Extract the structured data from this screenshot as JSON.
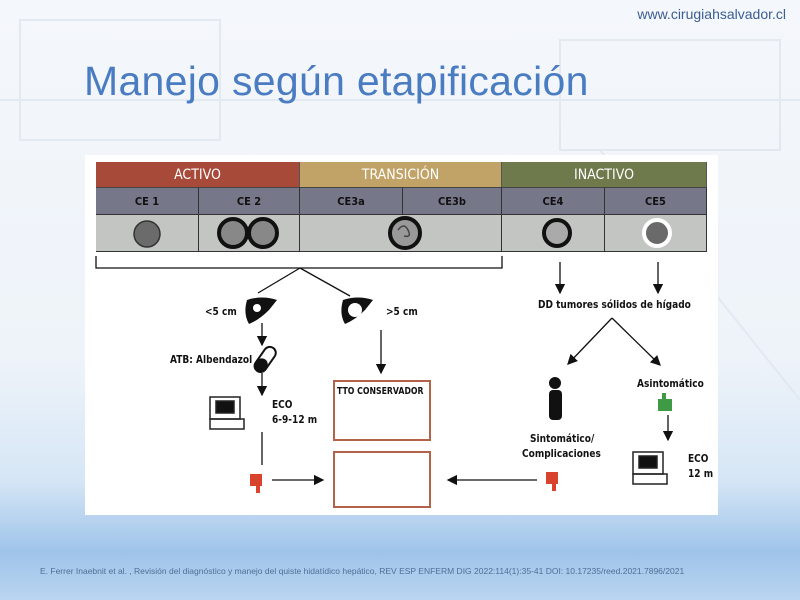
{
  "site_url": "www.cirugiahsalvador.cl",
  "title": "Manejo según etapificación",
  "stages": [
    {
      "label": "ACTIVO",
      "color": "#a84a3a",
      "types": [
        "CE 1",
        "CE 2"
      ]
    },
    {
      "label": "TRANSICIÓN",
      "color": "#c1a368",
      "types": [
        "CE3a",
        "CE3b"
      ]
    },
    {
      "label": "INACTIVO",
      "color": "#6f7a4c",
      "types": [
        "CE4",
        "CE5"
      ]
    }
  ],
  "flow": {
    "small_cyst": "<5 cm",
    "large_cyst": ">5 cm",
    "antibiotic": "ATB: Albendazol",
    "eco_left_1": "ECO",
    "eco_left_2": "6-9-12 m",
    "conservative": "TTO CONSERVADOR",
    "differential": "DD tumores sólidos de hígado",
    "symptomatic_1": "Sintomático/",
    "symptomatic_2": "Complicaciones",
    "asymptomatic": "Asintomático",
    "eco_right_1": "ECO",
    "eco_right_2": "12 m"
  },
  "colors": {
    "thumb_down": "#d9432e",
    "thumb_up": "#3f9a45",
    "box_border": "#b5624a"
  },
  "reference": "E. Ferrer Inaebnit et al. , Revisión del diagnóstico y manejo del quiste hidatídico hepático, REV ESP ENFERM DIG 2022:114(1):35-41  DOI: 10.17235/reed.2021.7896/2021"
}
